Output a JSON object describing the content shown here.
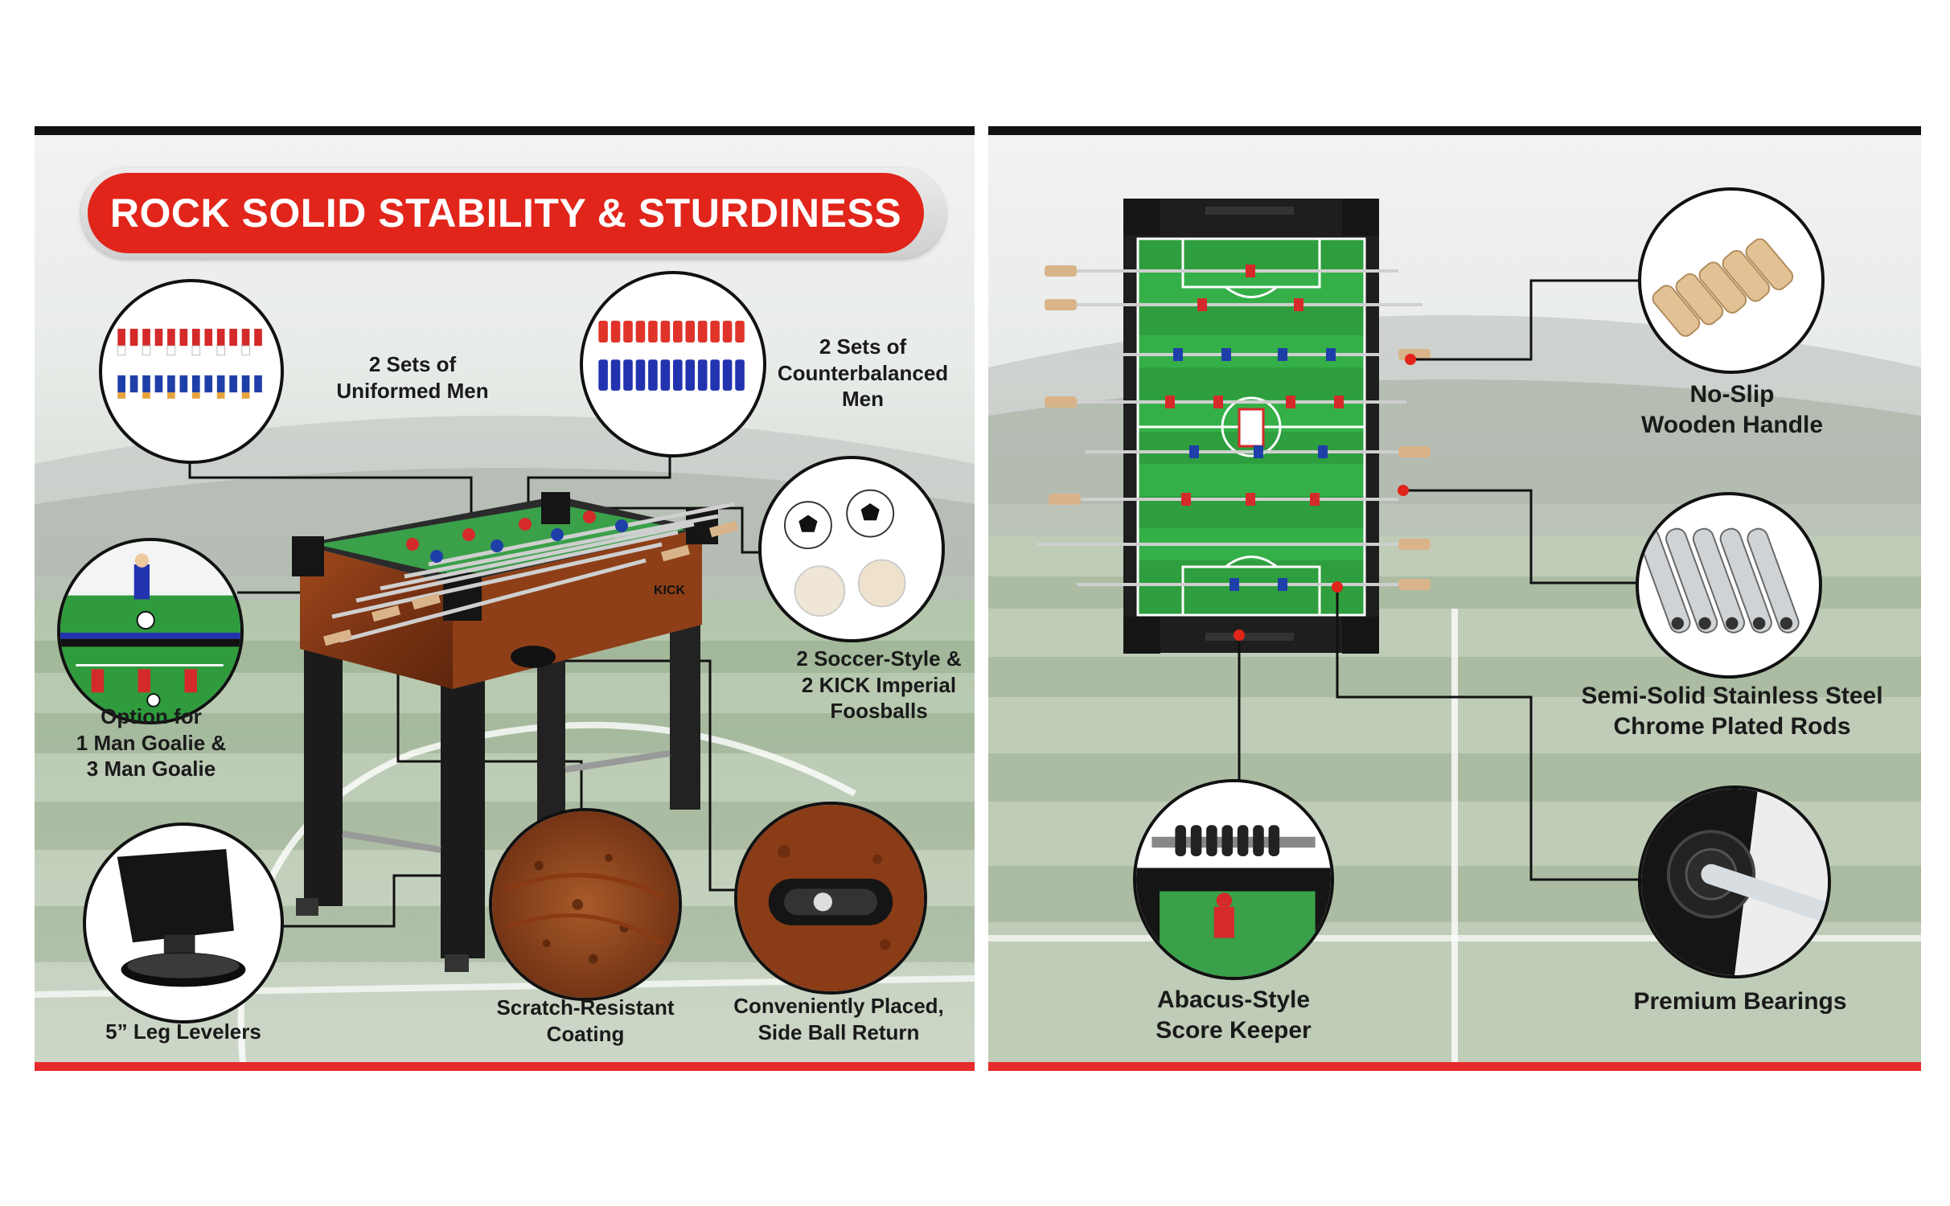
{
  "headline": "ROCK SOLID STABILITY & STURDINESS",
  "left_features": {
    "uniformed_men": "2 Sets of\nUniformed Men",
    "counterbalanced_men": "2 Sets of\nCounterbalanced\nMen",
    "goalie_option": "Option for\n1 Man Goalie &\n3 Man Goalie",
    "foosballs": "2 Soccer-Style  &\n2 KICK Imperial\nFoosballs",
    "leg_levelers": "5” Leg Levelers",
    "coating": "Scratch-Resistant\nCoating",
    "ball_return": "Conveniently Placed,\nSide Ball Return"
  },
  "right_features": {
    "handle": "No-Slip\nWooden Handle",
    "rods": "Semi-Solid Stainless Steel\nChrome Plated Rods",
    "score_keeper": "Abacus-Style\nScore Keeper",
    "bearings": "Premium Bearings"
  },
  "table_logo": "KICK",
  "colors": {
    "accent_red": "#e1251b",
    "frame_black": "#111111",
    "field_green": "#2e9e3e",
    "wood_brown": "#8a3c17"
  }
}
